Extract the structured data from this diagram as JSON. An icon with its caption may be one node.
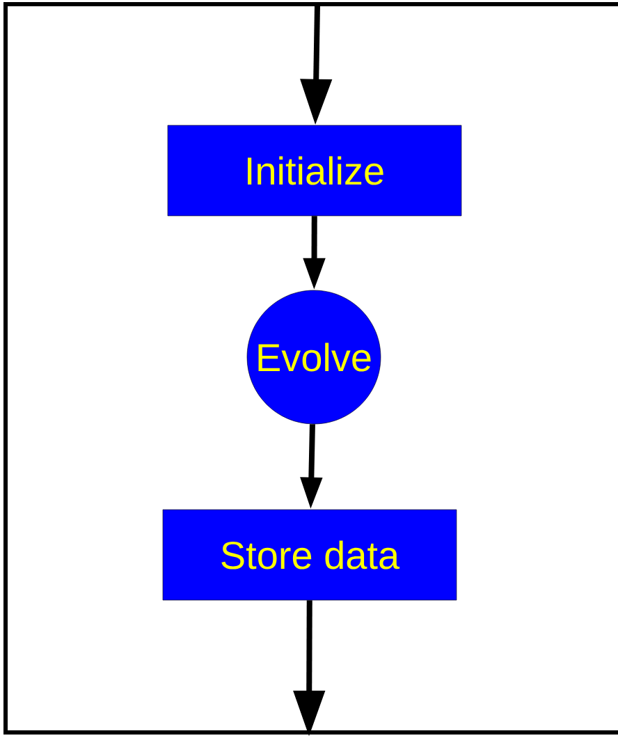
{
  "diagram": {
    "nodes": [
      {
        "text": [
          "Initialize"
        ]
      },
      {
        "text": [
          "Evolve"
        ]
      },
      {
        "text": [
          "Store data"
        ]
      }
    ],
    "edges": [
      {
        "from": null,
        "to": 0,
        "arrow": "to"
      },
      {
        "from": 0,
        "to": 1,
        "arrow": "to"
      },
      {
        "from": 1,
        "to": 2,
        "arrow": "to"
      },
      {
        "from": 2,
        "to": null,
        "arrow": "to"
      }
    ]
  }
}
